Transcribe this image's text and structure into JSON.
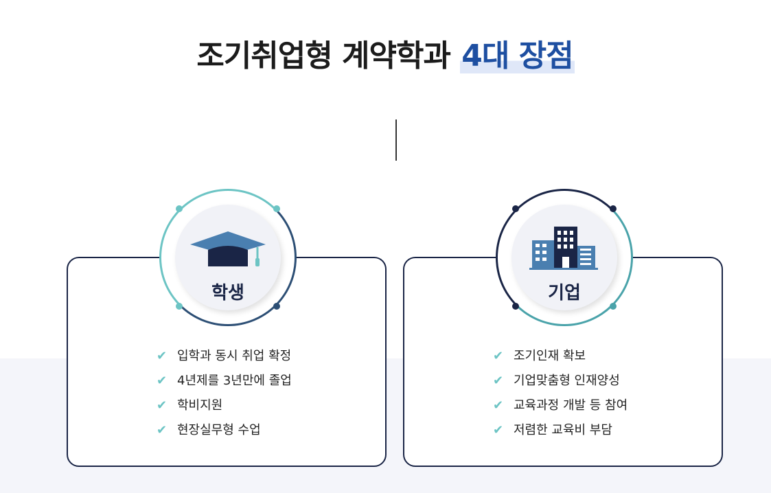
{
  "heading": {
    "main": "조기취업형 계약학과 ",
    "accent": "4대 장점"
  },
  "student": {
    "label": "학생",
    "icon": "graduation-cap-icon",
    "items": [
      "입학과 동시 취업 확정",
      "4년제를 3년만에 졸업",
      "학비지원",
      "현장실무형 수업"
    ]
  },
  "company": {
    "label": "기업",
    "icon": "building-icon",
    "items": [
      "조기인재 확보",
      "기업맞춤형 인재양성",
      "교육과정 개발 등 참여",
      "저렴한 교육비 부담"
    ]
  },
  "colors": {
    "navy": "#1a2546",
    "teal": "#6cc4c4",
    "accent_blue": "#1e4fa1",
    "building_blue": "#4a7fb0"
  }
}
